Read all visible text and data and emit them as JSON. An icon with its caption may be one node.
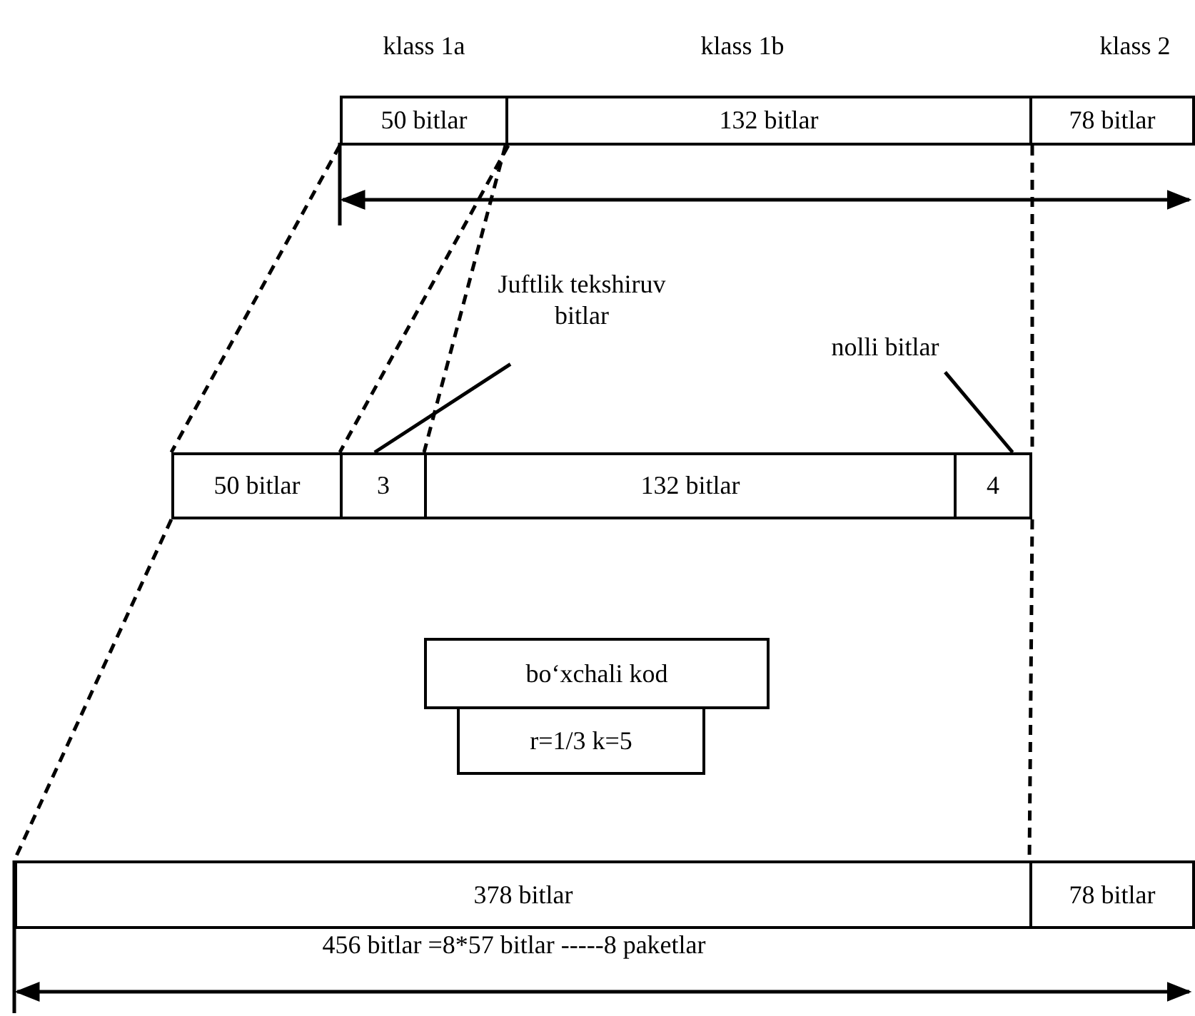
{
  "diagram": {
    "nodes": [
      {
        "text": [
          "50 bitlar"
        ]
      },
      {
        "text": [
          "132 bitlar"
        ]
      },
      {
        "text": [
          "78 bitlar"
        ]
      },
      {
        "text": [
          "Juftlik tekshiruv bitlar"
        ]
      },
      {
        "text": [
          "nolli bitlar"
        ]
      },
      {
        "text": [
          "50 bitlar"
        ]
      },
      {
        "text": [
          "3"
        ]
      },
      {
        "text": [
          "132 bitlar"
        ]
      },
      {
        "text": [
          "4"
        ]
      },
      {
        "text": [
          "bo‘xchali kod"
        ]
      },
      {
        "text": [
          "r=1/3  k=5"
        ]
      },
      {
        "text": [
          "378 bitlar"
        ]
      },
      {
        "text": [
          "78 bitlar"
        ]
      }
    ],
    "edges": [
      {
        "from": 3,
        "to": 6,
        "arrow": "none"
      },
      {
        "from": 4,
        "to": 8,
        "arrow": "none"
      },
      {
        "from": 0,
        "to": 5,
        "arrow": "none",
        "style": "dashed"
      },
      {
        "from": 0,
        "to": 6,
        "arrow": "none",
        "style": "dashed"
      },
      {
        "from": 1,
        "to": 7,
        "arrow": "none",
        "style": "dashed"
      },
      {
        "from": 5,
        "to": 11,
        "arrow": "none",
        "style": "dashed"
      },
      {
        "from": 1,
        "to": 8,
        "arrow": "none",
        "style": "dashed"
      },
      {
        "from": 8,
        "to": 12,
        "arrow": "none",
        "style": "dashed"
      }
    ],
    "labels": [
      "klass 1a",
      "klass 1b",
      "klass 2",
      "456 bitlar =8*57 bitlar -----8 paketlar"
    ]
  }
}
